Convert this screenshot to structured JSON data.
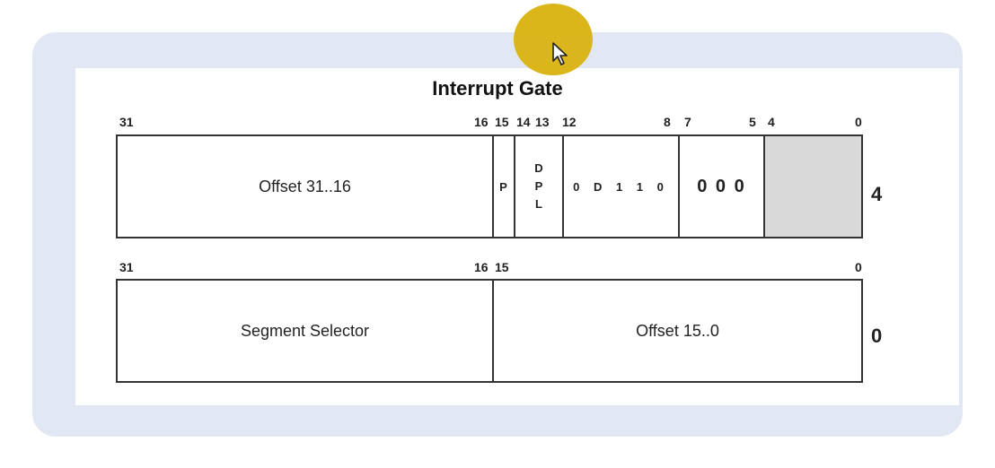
{
  "diagram": {
    "title": "Interrupt Gate",
    "upper_row": {
      "bit_labels": [
        "31",
        "16",
        "15",
        "14",
        "13",
        "12",
        "8",
        "7",
        "5",
        "4",
        "0"
      ],
      "fields": {
        "offset_high": "Offset 31..16",
        "present": "P",
        "dpl": [
          "D",
          "P",
          "L"
        ],
        "type_bits": "0 D 1 1 0",
        "zero_bits": "0 0 0"
      },
      "row_offset": "4"
    },
    "lower_row": {
      "bit_labels": [
        "31",
        "16",
        "15",
        "0"
      ],
      "fields": {
        "segment_selector": "Segment Selector",
        "offset_low": "Offset 15..0"
      },
      "row_offset": "0"
    }
  },
  "cursor": {
    "icon": "arrow-cursor-icon",
    "highlight_color": "#d9b20f"
  }
}
